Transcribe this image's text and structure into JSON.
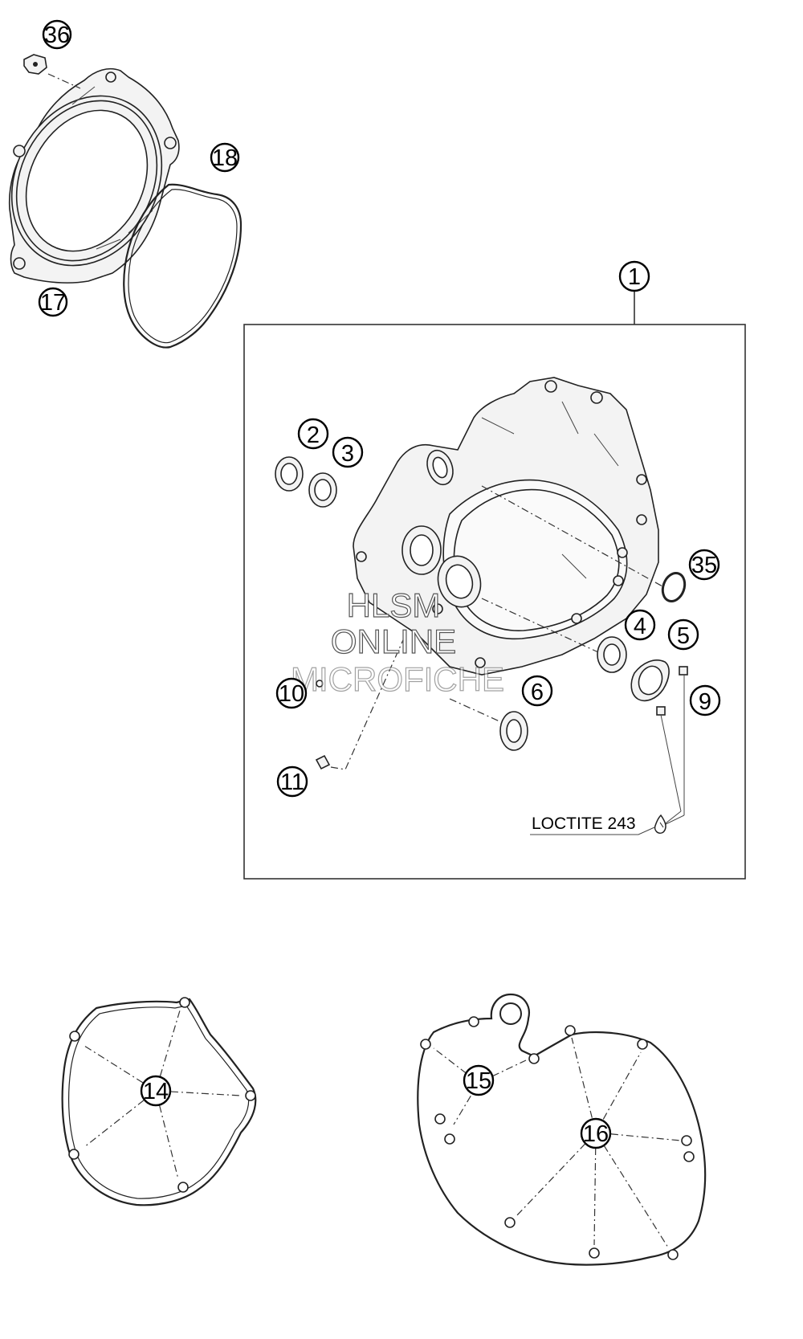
{
  "diagram": {
    "type": "exploded-parts-diagram",
    "group_box_label": "1",
    "callouts": [
      {
        "id": "36",
        "label": "36"
      },
      {
        "id": "18",
        "label": "18"
      },
      {
        "id": "17",
        "label": "17"
      },
      {
        "id": "1",
        "label": "1"
      },
      {
        "id": "2",
        "label": "2"
      },
      {
        "id": "3",
        "label": "3"
      },
      {
        "id": "35",
        "label": "35"
      },
      {
        "id": "4",
        "label": "4"
      },
      {
        "id": "5",
        "label": "5"
      },
      {
        "id": "10",
        "label": "10"
      },
      {
        "id": "6",
        "label": "6"
      },
      {
        "id": "9",
        "label": "9"
      },
      {
        "id": "11",
        "label": "11"
      },
      {
        "id": "14",
        "label": "14"
      },
      {
        "id": "15",
        "label": "15"
      },
      {
        "id": "16",
        "label": "16"
      }
    ],
    "note": "LOCTITE 243",
    "watermark": [
      "HLSM",
      "ONLINE",
      "MICROFICHE"
    ]
  }
}
